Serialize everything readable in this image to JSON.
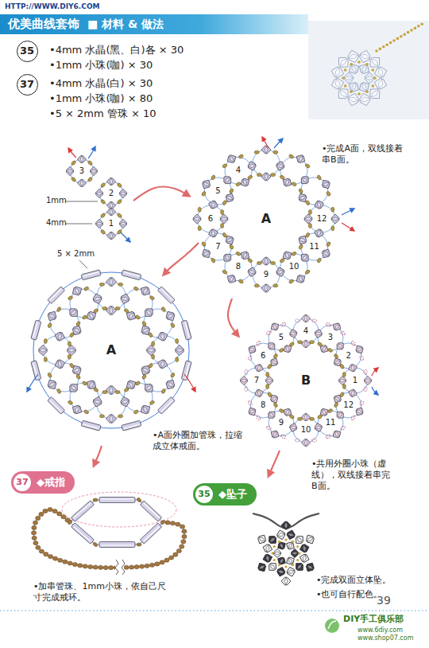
{
  "diagram": {
    "title": "优美曲线套饰",
    "nodes": [
      {
        "text": [
          "35"
        ]
      },
      {
        "text": [
          "37"
        ]
      },
      {
        "text": [
          "◆戒指"
        ]
      },
      {
        "text": [
          "37"
        ],
        "in": 2
      },
      {
        "text": [
          "◆坠子"
        ]
      },
      {
        "text": [
          "35"
        ],
        "in": 4
      }
    ],
    "labels": [
      "HTTP://WWW.DIY6.COM",
      "■ 材料 & 做法",
      "•4mm 水晶(黑、白)各 × 30",
      "•1mm 小珠(咖) × 30",
      "•4mm 水晶(白) × 30",
      "•1mm 小珠(咖) × 80",
      "•5 × 2mm 管珠 × 10",
      "3",
      "2",
      "1",
      "1mm",
      "4mm",
      "4",
      "5",
      "6",
      "7",
      "8",
      "9",
      "10",
      "11",
      "12",
      "A",
      "•完成A面，双线接着串B面。",
      "5 × 2mm",
      "A",
      "•A面外圈加管珠，拉缩成立体戒面。",
      "1",
      "2",
      "3",
      "4",
      "5",
      "6",
      "7",
      "8",
      "9",
      "10",
      "11",
      "12",
      "B",
      "•共用外圈小珠（虚线），双线接着串完B面。",
      "•加串管珠、1mm小珠，依自己尺寸完成戒环。",
      "•完成双面立体坠。",
      "•也可自行配色。",
      "39",
      "DIY手工俱乐部",
      "www.6diy.com",
      "www.shop07.com"
    ]
  }
}
